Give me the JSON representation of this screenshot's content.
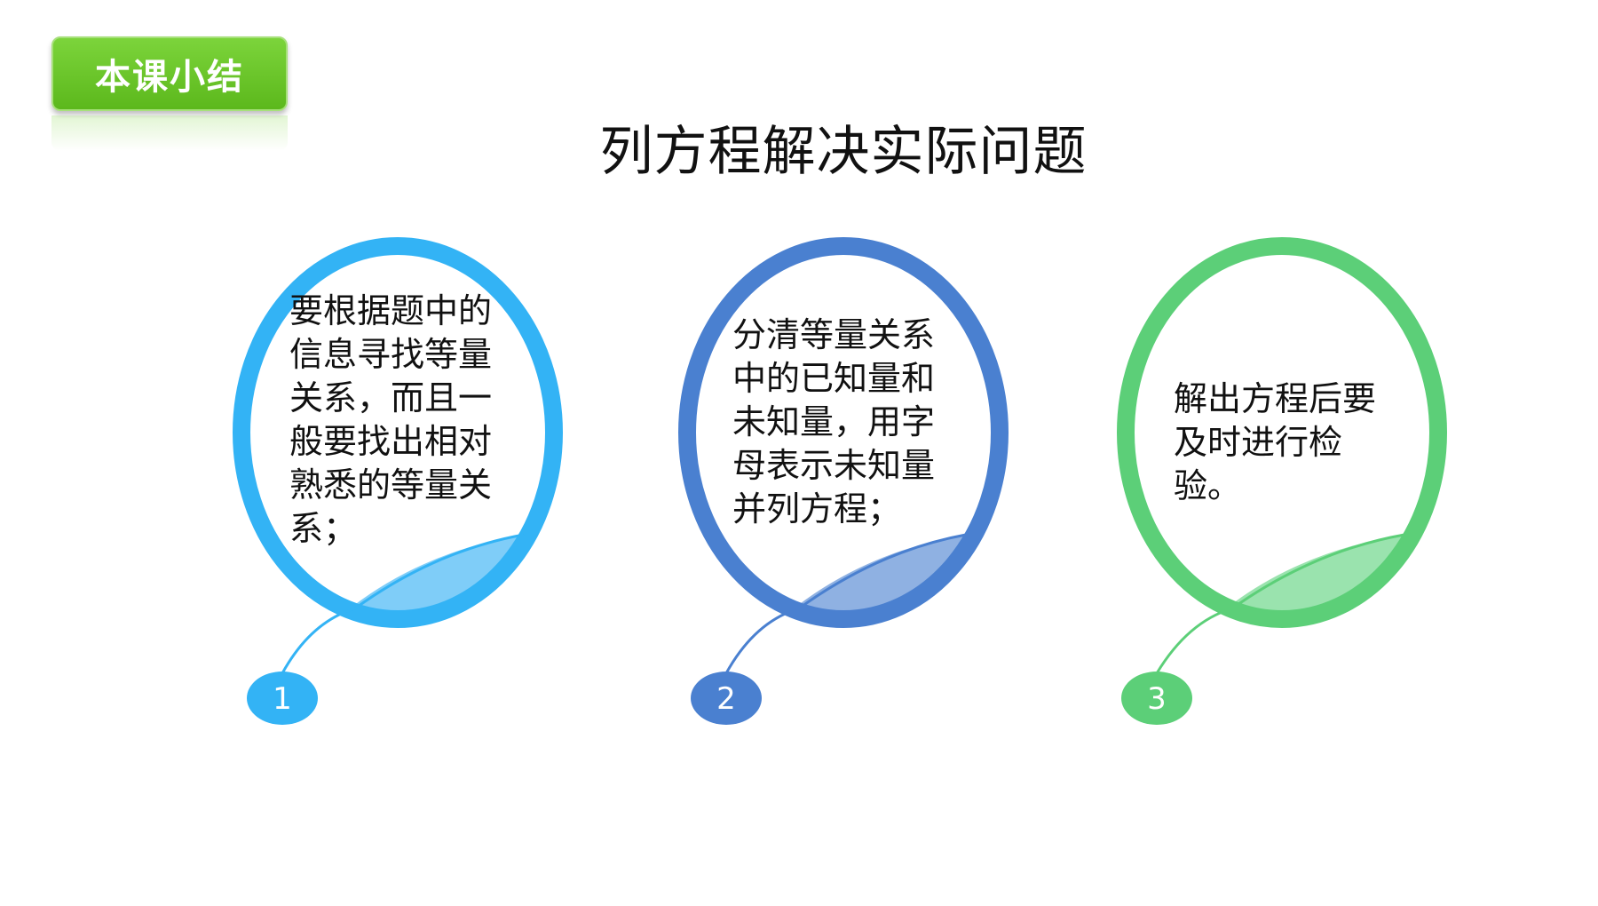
{
  "badge": {
    "label": "本课小结"
  },
  "title": "列方程解决实际问题",
  "steps": [
    {
      "number": "1",
      "text": "要根据题中的信息寻找等量关系，而且一般要找出相对熟悉的等量关系；",
      "color": "#33b3f5",
      "leaf_color": "#7fcdf8"
    },
    {
      "number": "2",
      "text": "分清等量关系中的已知量和未知量，用字母表示未知量并列方程；",
      "color": "#4a80d0",
      "leaf_color": "#8fb1e2"
    },
    {
      "number": "3",
      "text": "解出方程后要及时进行检验。",
      "color": "#5ccf78",
      "leaf_color": "#9ae3ae"
    }
  ]
}
